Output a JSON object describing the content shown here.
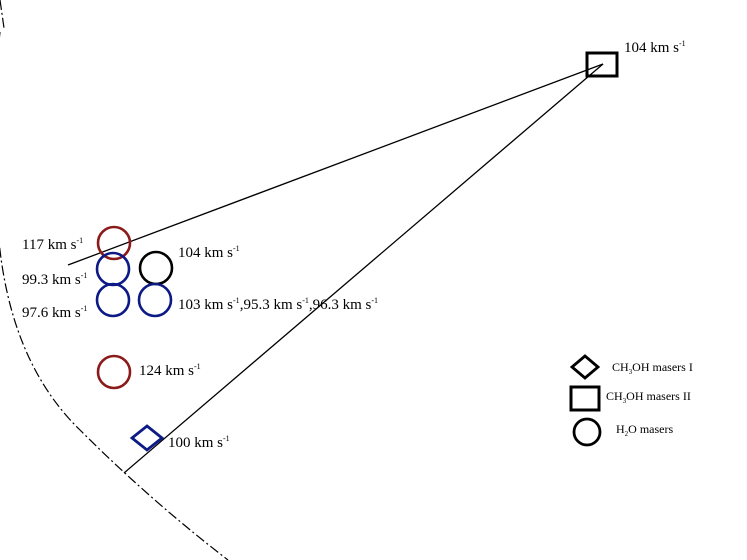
{
  "colors": {
    "dark_red": "#8b1a1a",
    "navy": "#0c1a86",
    "black": "#000000"
  },
  "labels": {
    "square_top": {
      "main": "104 km s",
      "sup": "-1"
    },
    "red_top": {
      "main": "117 km s",
      "sup": "-1"
    },
    "blue_mid": {
      "main": "99.3 km s",
      "sup": "-1"
    },
    "blue_low": {
      "main": "97.6 km s",
      "sup": "-1"
    },
    "black_circle": {
      "main": "104 km s",
      "sup": "-1"
    },
    "multi": {
      "a": "103 km s",
      "a_sup": "-1",
      "b": ",95.3 km s",
      "b_sup": "-1",
      "c": ",96.3 km s",
      "c_sup": "-1"
    },
    "red_low": {
      "main": "124 km s",
      "sup": "-1"
    },
    "diamond": {
      "main": "100 km s",
      "sup": "-1"
    }
  },
  "legend": {
    "diamond": {
      "pre": "CH",
      "sub": "3",
      "post": "OH masers I"
    },
    "square": {
      "pre": "CH",
      "sub": "3",
      "post": "OH masers II"
    },
    "circle": {
      "pre": "H",
      "sub": "2",
      "post": "O masers"
    }
  }
}
